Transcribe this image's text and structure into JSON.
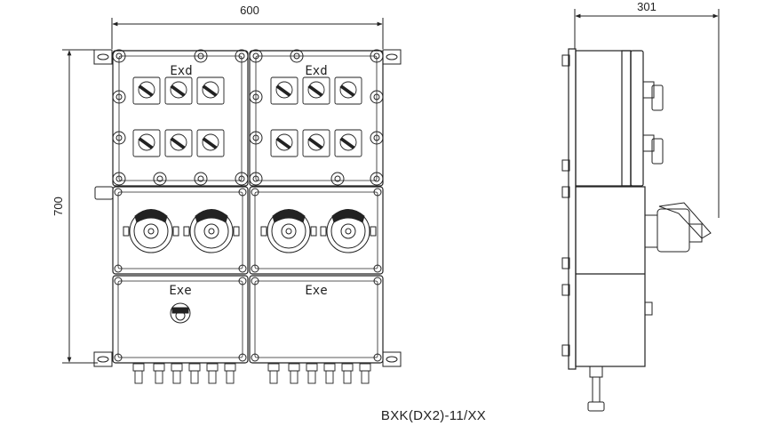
{
  "dimensions": {
    "front_width": "600",
    "front_height": "700",
    "side_depth": "301"
  },
  "labels": {
    "upper_left": "Exd",
    "upper_right": "Exd",
    "lower_left": "Exe",
    "lower_right": "Exe"
  },
  "model_number": "BXK(DX2)-11/XX",
  "colors": {
    "line": "#222222",
    "background": "#ffffff"
  }
}
